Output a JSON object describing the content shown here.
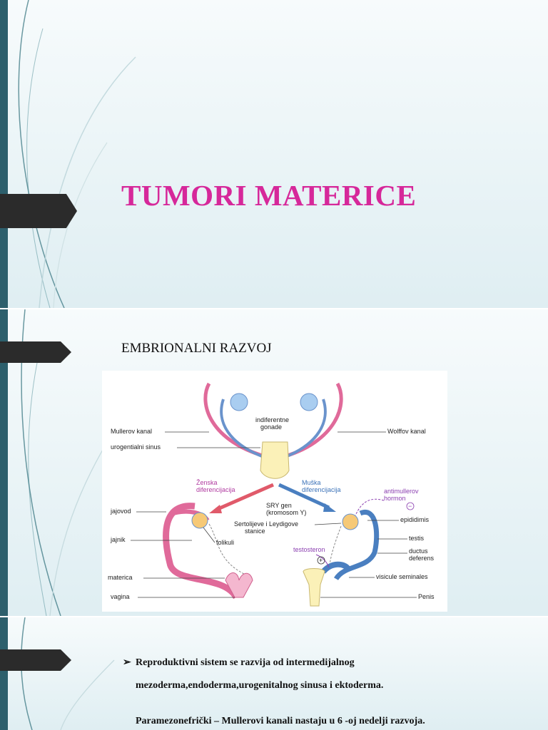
{
  "slide1": {
    "title": "TUMORI MATERICE"
  },
  "slide2": {
    "heading": "EMBRIONALNI RAZVOJ",
    "diagram": {
      "indiferentne": "indiferentne",
      "gonade": "gonade",
      "mullerov_kanal": "Mullerov kanal",
      "urogentialni_sinus": "urogentialni sinus",
      "wolffov_kanal": "Wolffov kanal",
      "zenska_1": "Ženska",
      "zenska_2": "diferencijacija",
      "muska_1": "Muška",
      "muska_2": "diferencijacija",
      "sry_1": "SRY gen",
      "sry_2": "(kromosom Y)",
      "antimullerov_1": "antimullerov",
      "antimullerov_2": "hormon",
      "minus": "−",
      "jajovod": "jajovod",
      "sertoli_1": "Sertolijeve i Leydigove",
      "sertoli_2": "stanice",
      "epididimis": "epididimis",
      "jajnik": "jajnik",
      "testis": "testis",
      "folikuli": "folikuli",
      "testosteron": "testosteron",
      "ductus_1": "ductus",
      "ductus_2": "deferens",
      "plus": "+",
      "materica": "materica",
      "vesicule": "visicule seminales",
      "vagina": "vagina",
      "penis": "Penis"
    }
  },
  "slide3": {
    "bullet1_marker": "➢",
    "bullet1_line1": "Reproduktivni sistem se razvija od intermedijalnog",
    "bullet1_line2": "mezoderma,endoderma,urogenitalnog sinusa i ektoderma.",
    "bullet2_marker": "",
    "bullet2_text": "Paramezonefrički – Mullerovi kanali nastaju u 6 -oj nedelji razvoja."
  }
}
